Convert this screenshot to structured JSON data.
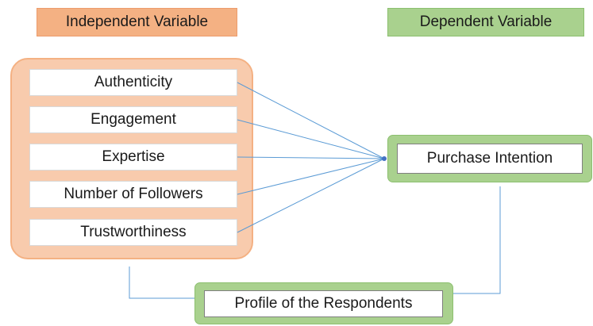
{
  "headers": {
    "independent": "Independent Variable",
    "dependent": "Dependent Variable"
  },
  "independent_variables": [
    "Authenticity",
    "Engagement",
    "Expertise",
    "Number of Followers",
    "Trustworthiness"
  ],
  "dependent_variable": "Purchase Intention",
  "moderator": "Profile of the Respondents",
  "colors": {
    "independent_fill": "#f8cbad",
    "independent_header": "#f4b183",
    "dependent_fill": "#a9d18e",
    "connector_line": "#5b9bd5"
  }
}
